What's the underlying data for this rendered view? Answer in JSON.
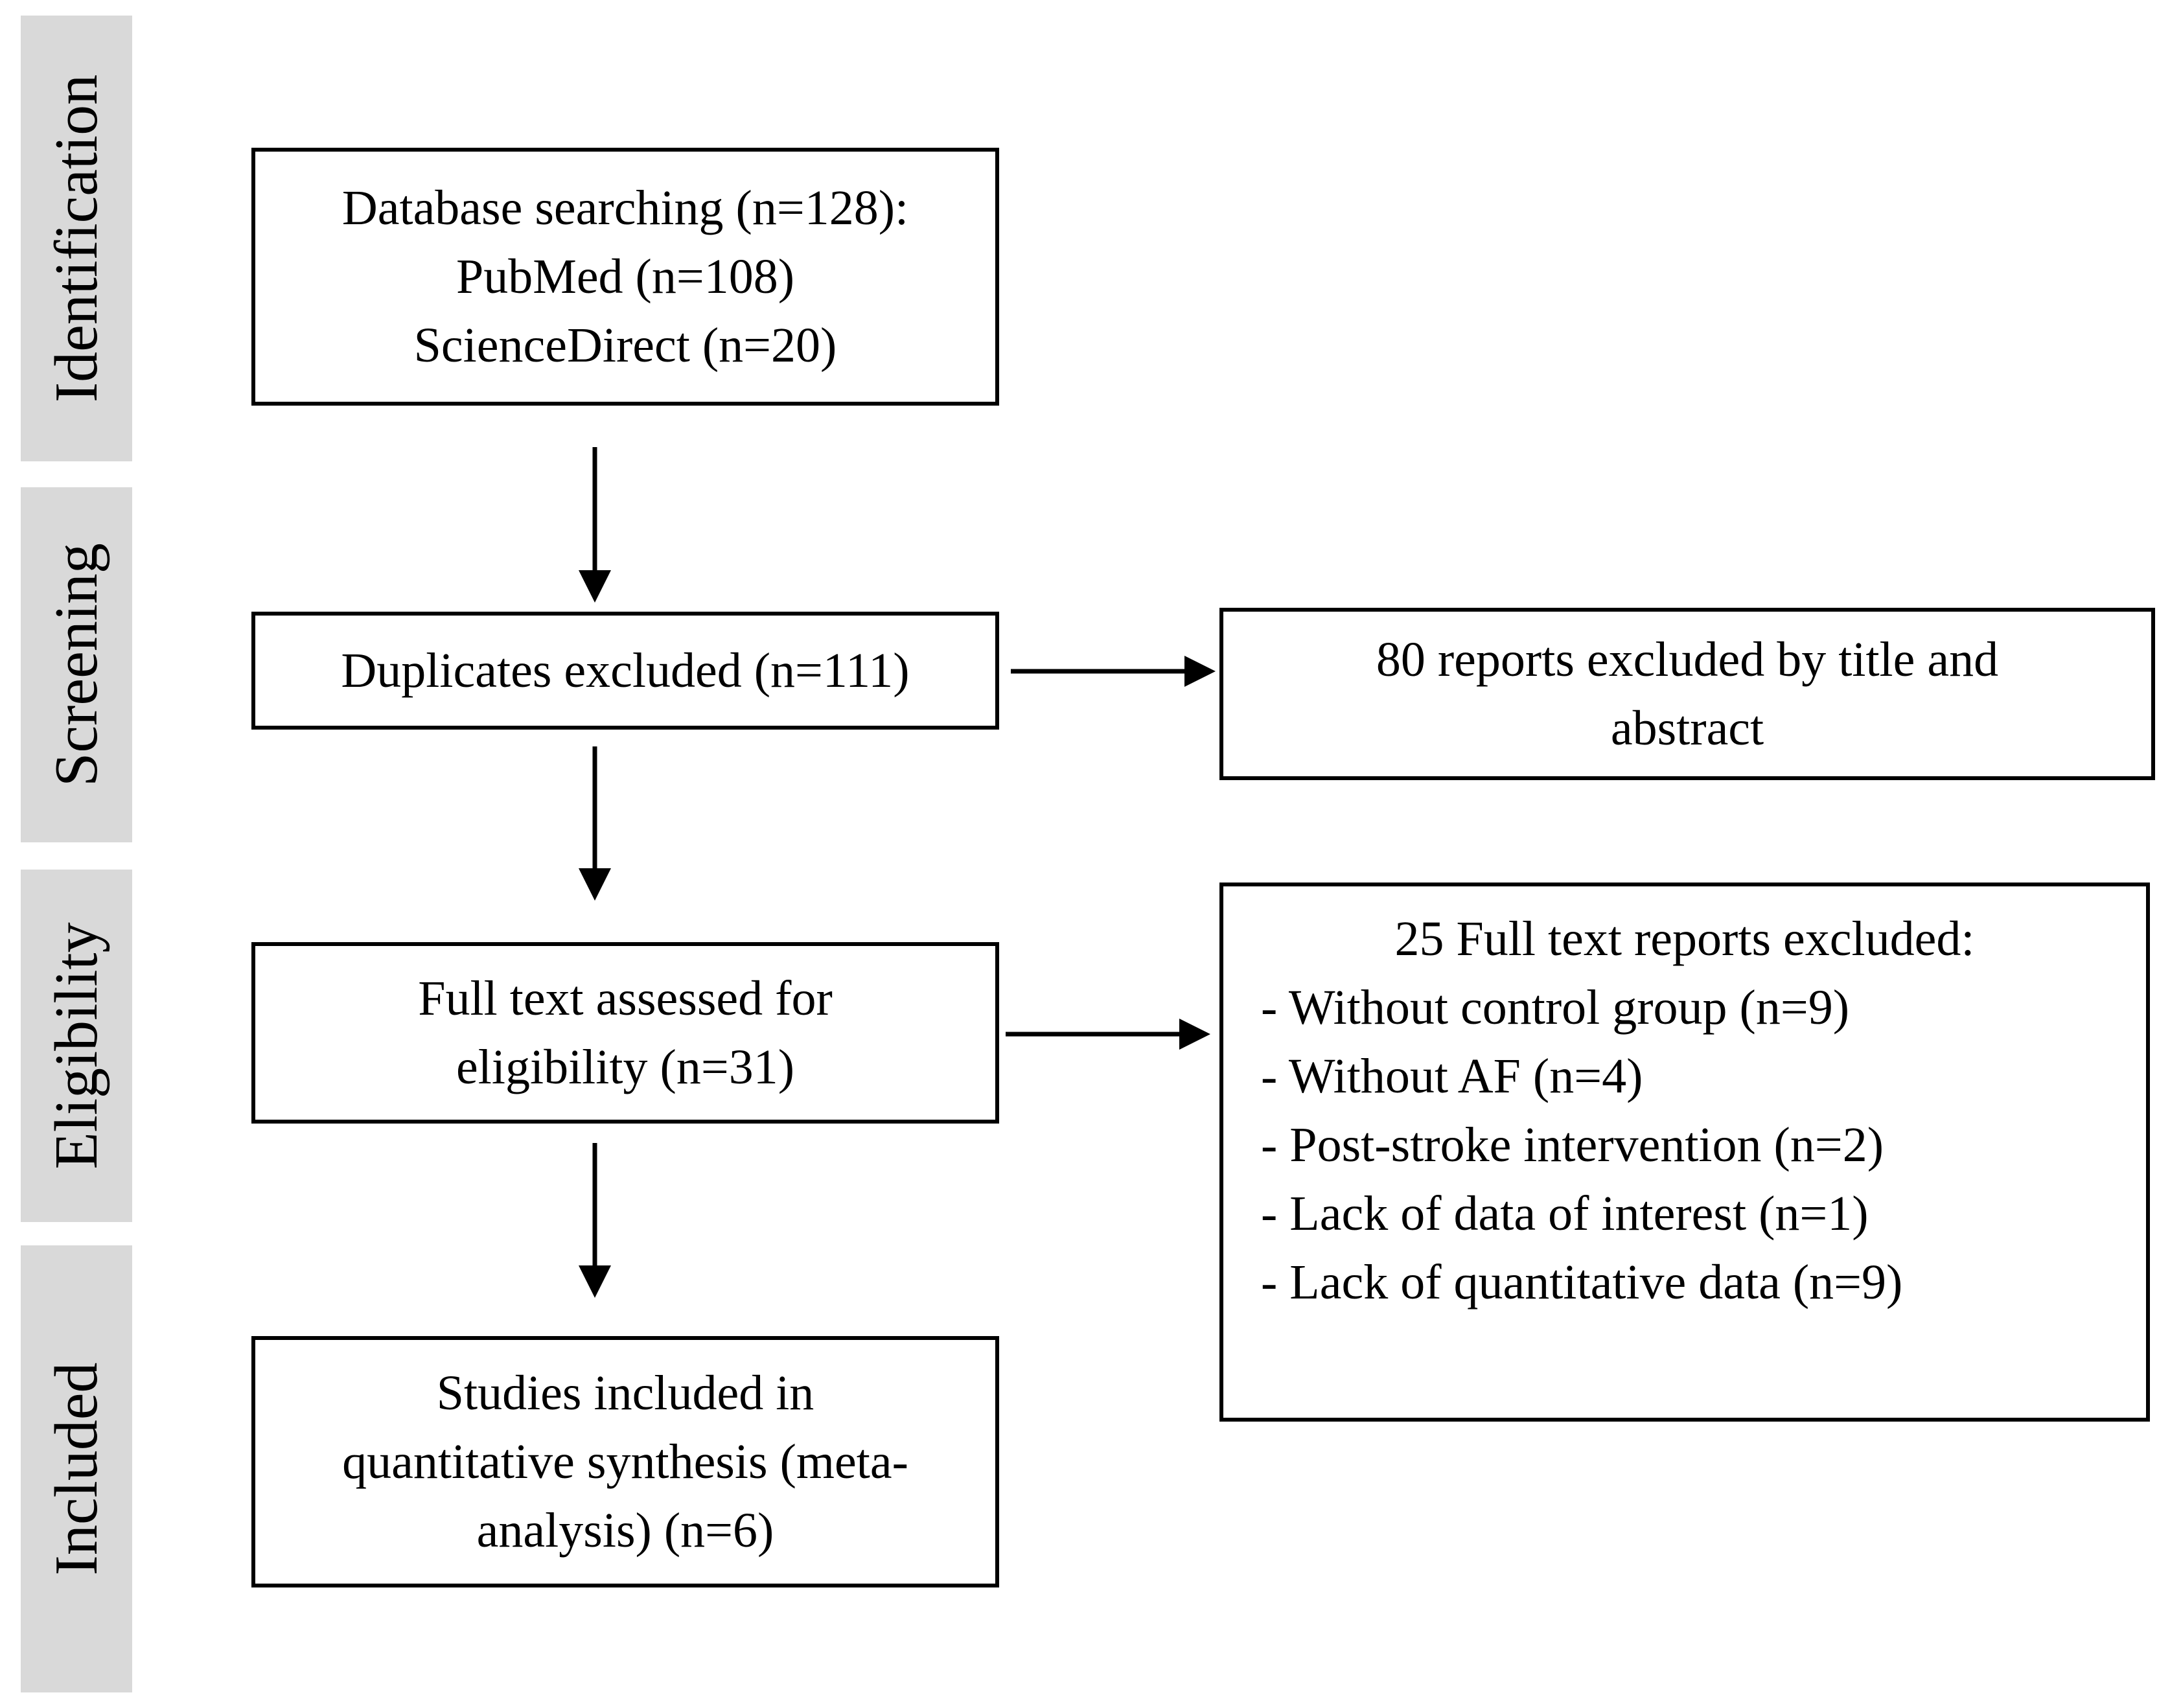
{
  "stages": {
    "identification": "Identification",
    "screening": "Screening",
    "eligibility": "Eligibility",
    "included": "Included"
  },
  "identification_box": {
    "lines": [
      "Database searching (n=128):",
      "PubMed (n=108)",
      "ScienceDirect (n=20)"
    ]
  },
  "duplicates_box": {
    "text": "Duplicates excluded (n=111)"
  },
  "title_abstract_box": {
    "lines": [
      "80 reports excluded by title and",
      "abstract"
    ]
  },
  "fulltext_box": {
    "lines": [
      "Full text assessed for",
      "eligibility (n=31)"
    ]
  },
  "fulltext_excluded_box": {
    "title": "25 Full text reports excluded:",
    "items": [
      "- Without control group (n=9)",
      "- Without AF  (n=4)",
      "- Post-stroke intervention (n=2)",
      "- Lack of data of interest (n=1)",
      "- Lack of quantitative data (n=9)"
    ]
  },
  "included_box": {
    "lines": [
      "Studies included in",
      "quantitative synthesis (meta-",
      "analysis) (n=6)"
    ]
  },
  "colors": {
    "stage_bar": "#d9d9d9",
    "border": "#000000",
    "text": "#000000",
    "background": "#ffffff"
  }
}
